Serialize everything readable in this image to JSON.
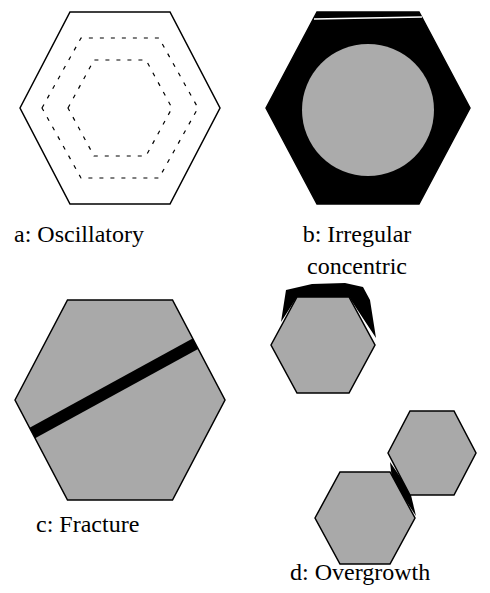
{
  "diagram": {
    "labels": [
      "a: Oscillatory",
      "b: Irregular concentric",
      "c: Fracture",
      "d: Overgrowth"
    ]
  }
}
